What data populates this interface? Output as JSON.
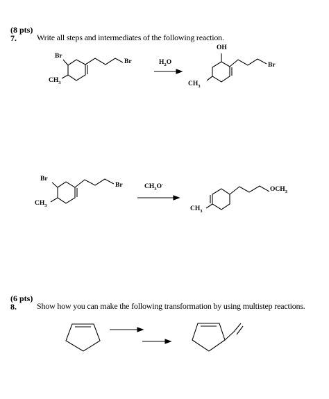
{
  "q7": {
    "points": "(8 pts)",
    "number": "7.",
    "prompt": "Write all steps and intermediates of the following reaction.",
    "reaction1": {
      "reactant_labels": {
        "br_ring": "Br",
        "ch3": "CH3",
        "br_chain": "Br"
      },
      "reagent": "H2O",
      "product_labels": {
        "oh": "OH",
        "ch3": "CH3",
        "br_chain": "Br"
      }
    },
    "reaction2": {
      "reactant_labels": {
        "br_ring": "Br",
        "ch3": "CH3",
        "br_chain": "Br"
      },
      "reagent": "CH3O⁻",
      "product_labels": {
        "ch3": "CH3",
        "och3": "OCH3"
      }
    }
  },
  "q8": {
    "points": "(6 pts)",
    "number": "8.",
    "prompt": "Show how you can make the following transformation by using multistep reactions."
  }
}
